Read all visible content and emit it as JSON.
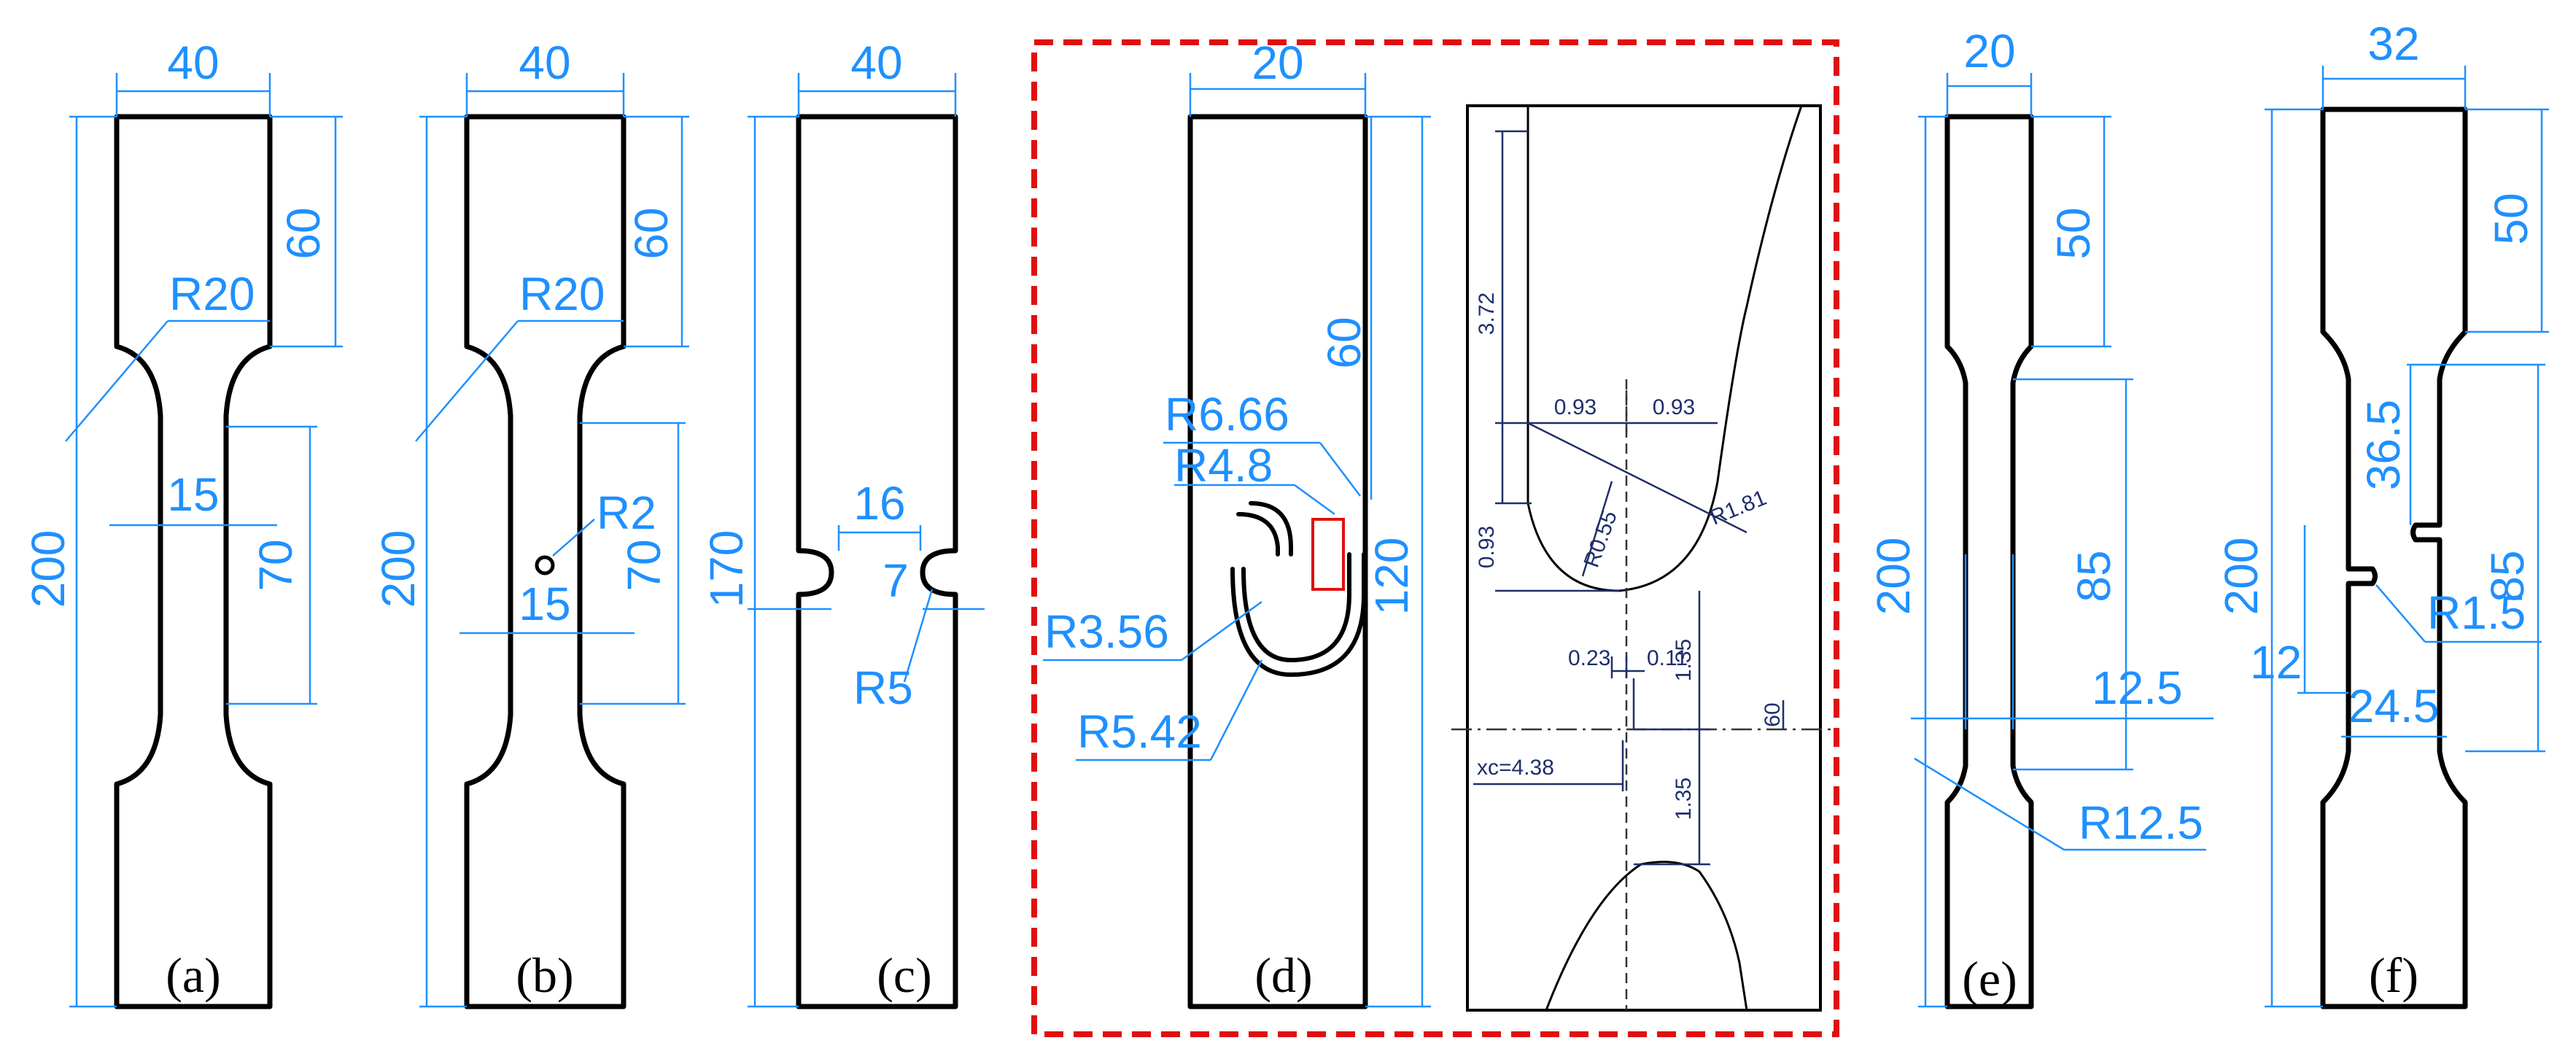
{
  "panels": {
    "a": {
      "label": "(a)",
      "width": "40",
      "length": "200",
      "grip": "60",
      "radius": "R20",
      "gauge_width": "15",
      "gauge_length": "70"
    },
    "b": {
      "label": "(b)",
      "width": "40",
      "length": "200",
      "grip": "60",
      "radius": "R20",
      "hole_radius": "R2",
      "gauge_width": "15",
      "gauge_length": "70"
    },
    "c": {
      "label": "(c)",
      "width": "40",
      "length": "170",
      "notch_gap": "16",
      "ligament": "7",
      "notch_radius": "R5"
    },
    "d": {
      "label": "(d)",
      "width": "20",
      "length": "120",
      "grip": "60",
      "r1": "R6.66",
      "r2": "R4.8",
      "r3": "R3.56",
      "r4": "R5.42"
    },
    "detail": {
      "d1": "3.72",
      "d2": "0.93",
      "d3": "0.93",
      "d4": "0.93",
      "r_small": "R0.55",
      "r_large": "R1.81",
      "d5": "0.23",
      "d6": "0.11",
      "d7": "1.35",
      "d8": "1.35",
      "angle": "60",
      "xc": "xc=4.38"
    },
    "e": {
      "label": "(e)",
      "width": "20",
      "length": "200",
      "grip": "50",
      "gauge_length": "85",
      "gauge_width": "12.5",
      "radius": "R12.5"
    },
    "f": {
      "label": "(f)",
      "width": "32",
      "length": "200",
      "grip": "50",
      "upper": "36.5",
      "gauge_length": "85",
      "notch_radius": "R1.5",
      "notch_depth": "12",
      "ligament": "24.5"
    }
  }
}
